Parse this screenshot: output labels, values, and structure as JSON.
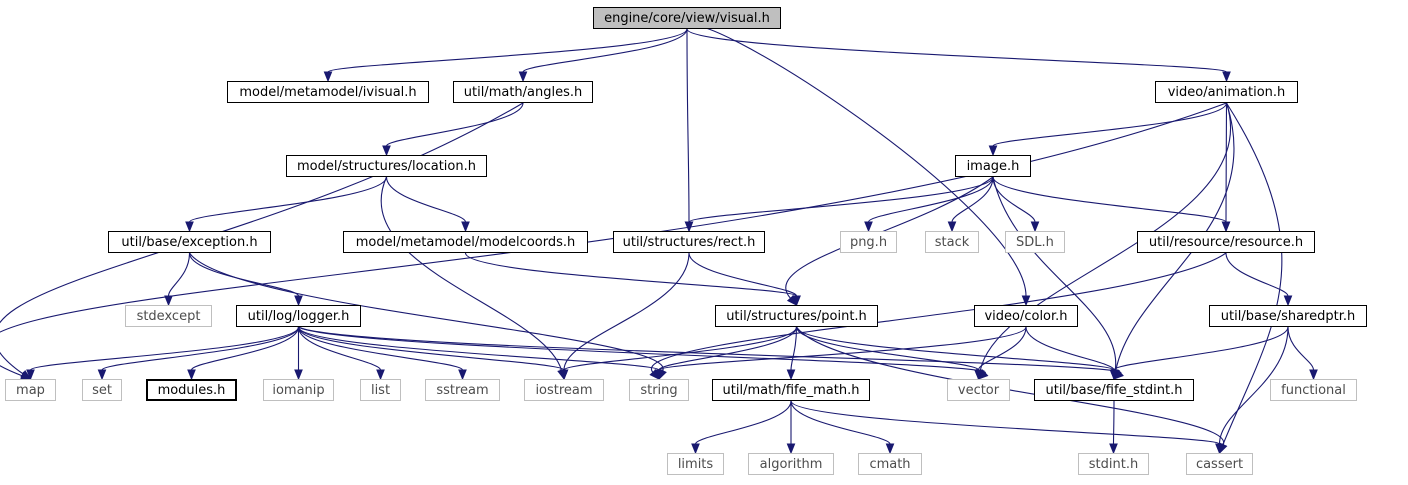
{
  "colors": {
    "edge": "#191970",
    "root_fill": "#bfbfbf",
    "external_border": "#bfbfbf",
    "external_text": "#4d4d4d"
  },
  "nodes": {
    "visual": "engine/core/view/visual.h",
    "ivisual": "model/metamodel/ivisual.h",
    "angles": "util/math/angles.h",
    "animation": "video/animation.h",
    "location": "model/structures/location.h",
    "image": "image.h",
    "exception": "util/base/exception.h",
    "modelcoords": "model/metamodel/modelcoords.h",
    "rect": "util/structures/rect.h",
    "png": "png.h",
    "stack": "stack",
    "sdl": "SDL.h",
    "resource": "util/resource/resource.h",
    "stdexcept": "stdexcept",
    "logger": "util/log/logger.h",
    "point": "util/structures/point.h",
    "color": "video/color.h",
    "sharedptr": "util/base/sharedptr.h",
    "map": "map",
    "set": "set",
    "modules": "modules.h",
    "iomanip": "iomanip",
    "list": "list",
    "sstream": "sstream",
    "iostream": "iostream",
    "string": "string",
    "vector": "vector",
    "fife_stdint": "util/base/fife_stdint.h",
    "functional": "functional",
    "fife_math": "util/math/fife_math.h",
    "limits": "limits",
    "algorithm": "algorithm",
    "cmath": "cmath",
    "stdint": "stdint.h",
    "cassert": "cassert"
  }
}
